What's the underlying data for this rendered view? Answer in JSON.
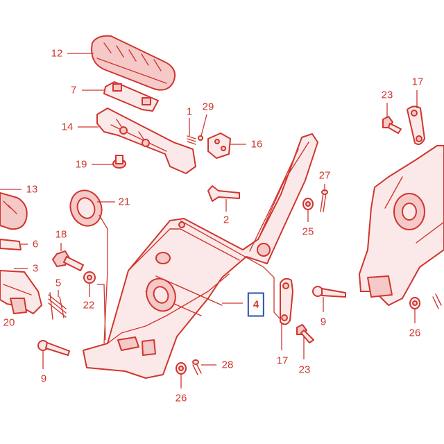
{
  "diagram": {
    "callouts": [
      {
        "id": "c12",
        "label": "12"
      },
      {
        "id": "c7",
        "label": "7"
      },
      {
        "id": "c1",
        "label": "1"
      },
      {
        "id": "c29",
        "label": "29"
      },
      {
        "id": "c14",
        "label": "14"
      },
      {
        "id": "c16",
        "label": "16"
      },
      {
        "id": "c19",
        "label": "19"
      },
      {
        "id": "c23a",
        "label": "23"
      },
      {
        "id": "c17a",
        "label": "17"
      },
      {
        "id": "c13",
        "label": "13"
      },
      {
        "id": "c21",
        "label": "21"
      },
      {
        "id": "c27",
        "label": "27"
      },
      {
        "id": "c2",
        "label": "2"
      },
      {
        "id": "c25",
        "label": "25"
      },
      {
        "id": "c18",
        "label": "18"
      },
      {
        "id": "c6",
        "label": "6"
      },
      {
        "id": "c3",
        "label": "3"
      },
      {
        "id": "c5",
        "label": "5"
      },
      {
        "id": "c22",
        "label": "22"
      },
      {
        "id": "c4",
        "label": "4",
        "highlighted": true
      },
      {
        "id": "c9a",
        "label": "9"
      },
      {
        "id": "c20",
        "label": "20"
      },
      {
        "id": "c26a",
        "label": "26"
      },
      {
        "id": "c17b",
        "label": "17"
      },
      {
        "id": "c23b",
        "label": "23"
      },
      {
        "id": "c9b",
        "label": "9"
      },
      {
        "id": "c28",
        "label": "28"
      },
      {
        "id": "c26b",
        "label": "26"
      }
    ],
    "colors": {
      "line": "#d0352e",
      "highlight_box": "#2a4fb5"
    }
  }
}
